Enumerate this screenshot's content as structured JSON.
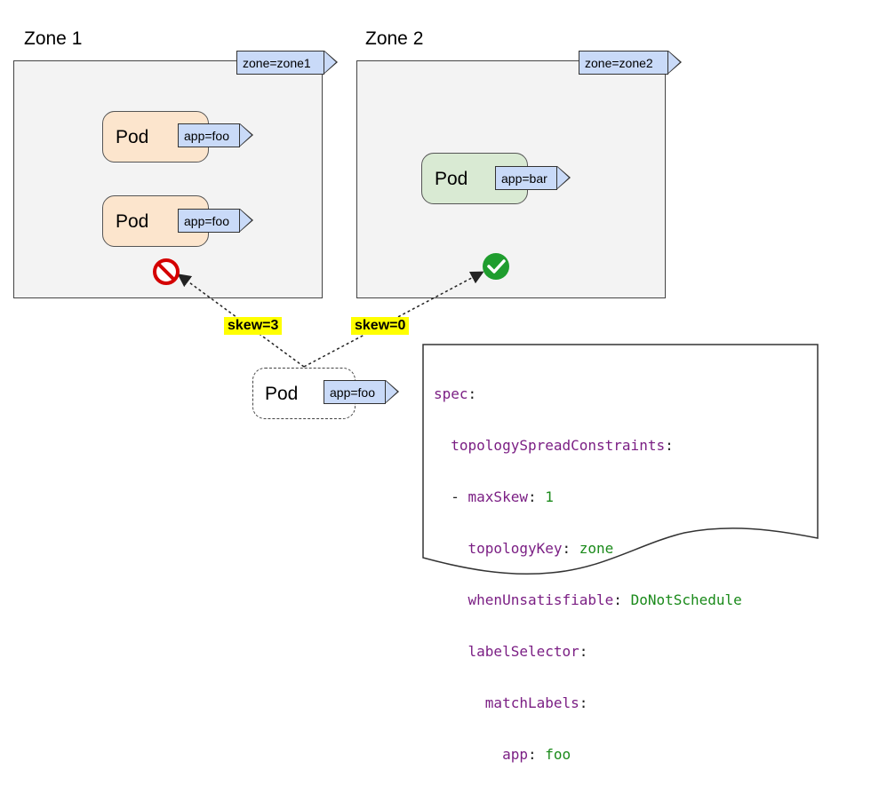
{
  "zones": [
    {
      "title": "Zone 1",
      "tag": "zone=zone1"
    },
    {
      "title": "Zone 2",
      "tag": "zone=zone2"
    }
  ],
  "pods": [
    {
      "label": "Pod",
      "tag": "app=foo",
      "zone": "Zone 1"
    },
    {
      "label": "Pod",
      "tag": "app=foo",
      "zone": "Zone 1"
    },
    {
      "label": "Pod",
      "tag": "app=bar",
      "zone": "Zone 2"
    },
    {
      "label": "Pod",
      "tag": "app=foo",
      "zone": "pending"
    }
  ],
  "skews": [
    "skew=3",
    "skew=0"
  ],
  "status_icons": [
    "no-entry-icon",
    "check-circle-icon"
  ],
  "code": {
    "l1": {
      "key": "spec",
      "sep": ":"
    },
    "l2": {
      "key": "topologySpreadConstraints",
      "sep": ":"
    },
    "l3": {
      "dash": "- ",
      "key": "maxSkew",
      "sep": ": ",
      "val": "1"
    },
    "l4": {
      "key": "topologyKey",
      "sep": ": ",
      "val": "zone"
    },
    "l5": {
      "key": "whenUnsatisfiable",
      "sep": ": ",
      "val": "DoNotSchedule"
    },
    "l6": {
      "key": "labelSelector",
      "sep": ":"
    },
    "l7": {
      "key": "matchLabels",
      "sep": ":"
    },
    "l8": {
      "key": "app",
      "sep": ": ",
      "val": "foo"
    }
  },
  "colors": {
    "zone_bg": "#f3f3f3",
    "pod_foo_fill": "#fce5cd",
    "pod_bar_fill": "#d9ead3",
    "tag_fill": "#c9daf8",
    "skew_highlight": "#ffff00",
    "code_key": "#7b1f84",
    "code_value": "#1a8a1a"
  }
}
